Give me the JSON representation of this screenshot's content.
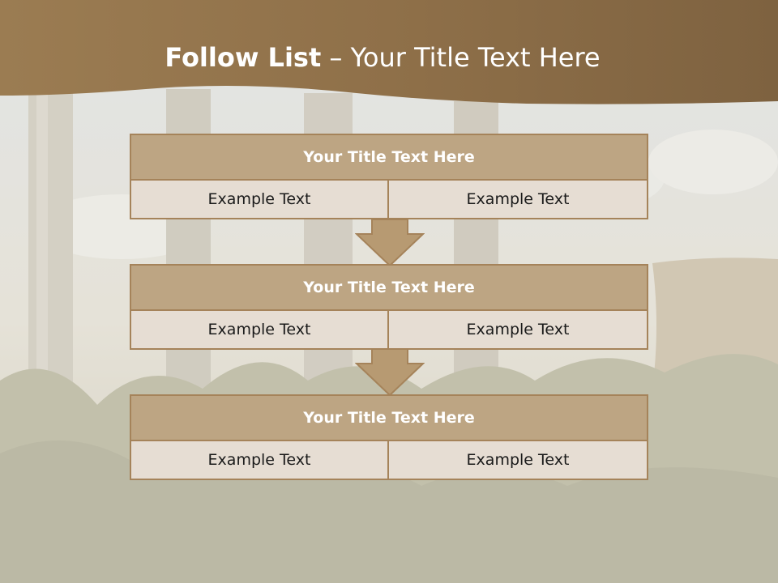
{
  "slide": {
    "title_bold": "Follow List",
    "title_rest": " – Your Title Text Here"
  },
  "panels": [
    {
      "title": "Your Title Text Here",
      "left": "Example Text",
      "right": "Example Text"
    },
    {
      "title": "Your Title Text Here",
      "left": "Example Text",
      "right": "Example Text"
    },
    {
      "title": "Your Title Text Here",
      "left": "Example Text",
      "right": "Example Text"
    }
  ],
  "colors": {
    "header_brown": "#8b6d45",
    "panel_header": "#bda583",
    "panel_body": "#e6ddd3",
    "panel_border": "#a5835a",
    "arrow_fill": "#b79a72"
  }
}
